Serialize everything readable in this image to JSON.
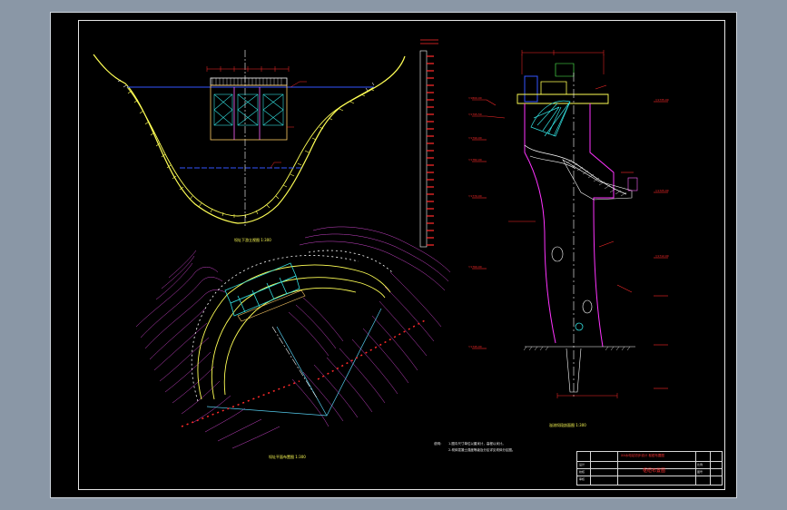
{
  "captions": {
    "cross_section": "坝址下游立视图 1:300",
    "plan": "坝址平面布置图 1:300",
    "profile": "溢流坝段剖面图 1:300"
  },
  "notes": {
    "heading": "说明：",
    "line1": "1.图中尺寸单位以厘米计，高程以米计。",
    "line2": "2.坝体混凝土强度等级及分区详见坝体分区图。"
  },
  "title_block": {
    "header": "XX水电站初步设计 枢纽布置图",
    "title": "枢纽布置图",
    "cells": [
      "设计",
      "校核",
      "审核",
      "比例",
      "图号"
    ]
  },
  "elevation_labels": [
    "▽1800.00",
    "▽1795.50",
    "▽1790.00",
    "▽1782.00",
    "▽1770.00",
    "▽1760.00",
    "▽1745.00",
    "▽1735.00",
    "▽1725.00",
    "▽1712.00"
  ],
  "colors": {
    "background": "#000000",
    "terrain": "#ffff55",
    "dam_lines": "#ff33ff",
    "dimension": "#ff2a2a",
    "water_level": "#3355ff",
    "gate": "#33dddd",
    "text": "#f0f0f0"
  }
}
